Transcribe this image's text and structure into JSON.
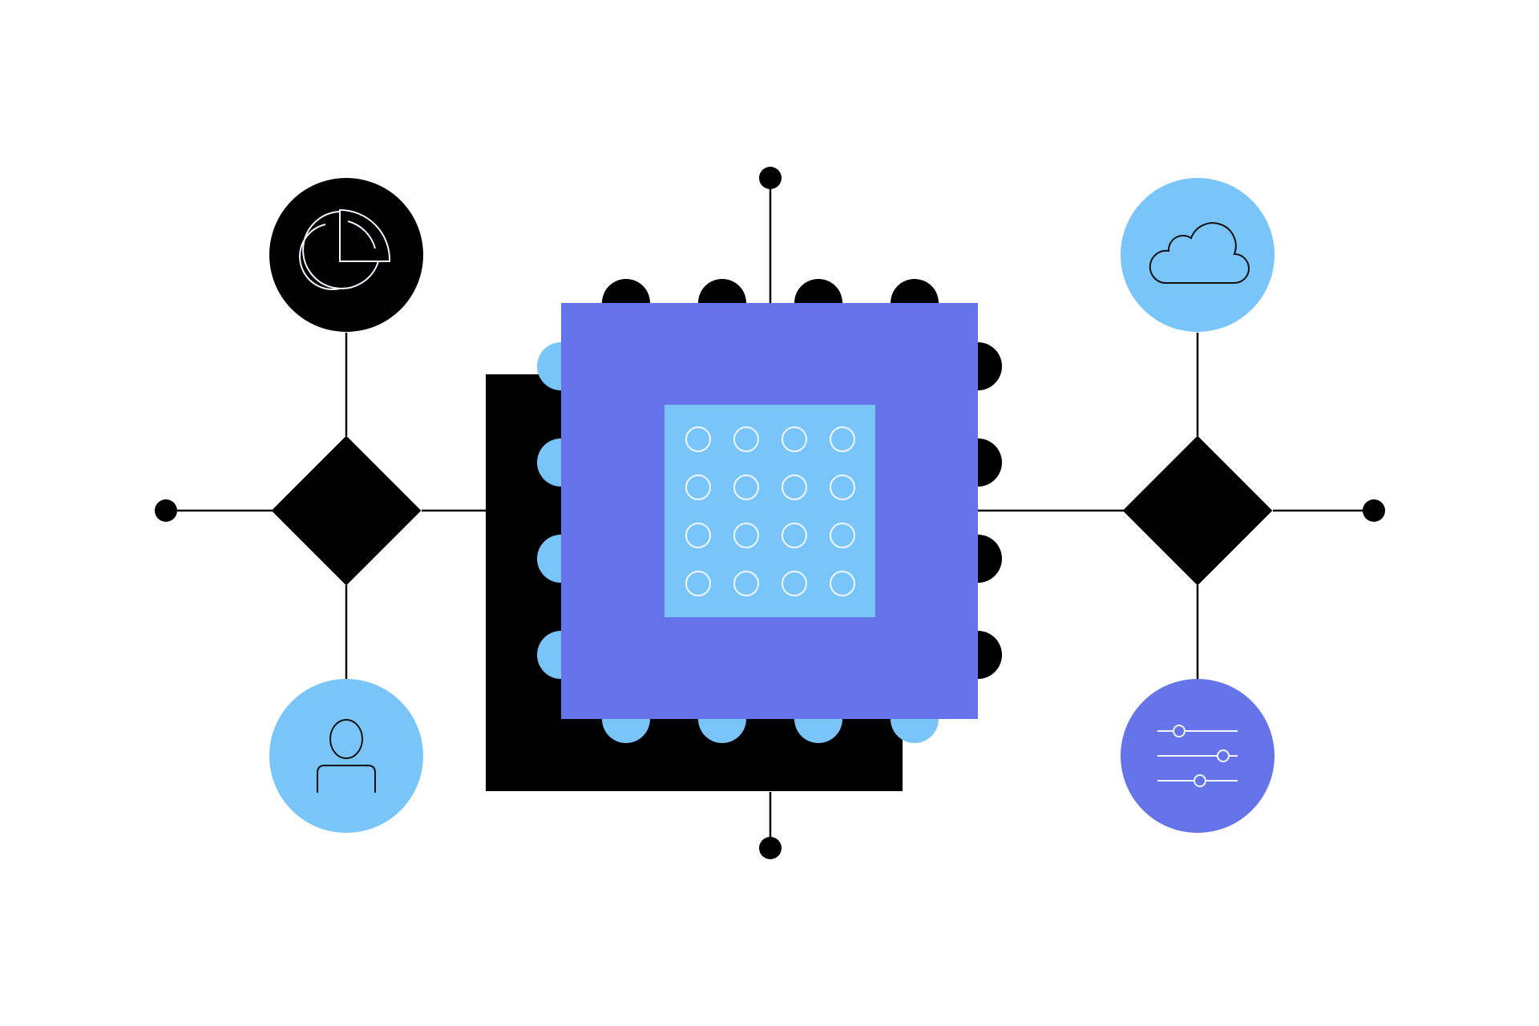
{
  "colors": {
    "background": "#ffffff",
    "ink": "#000000",
    "chip_purple": "#6574e8",
    "light_blue": "#79c5f9",
    "icon_stroke_light": "#f2f6ff",
    "icon_stroke_dark": "#111111"
  },
  "diagram": {
    "center": {
      "component": "processor-chip",
      "core_dot_grid": {
        "rows": 4,
        "cols": 4
      }
    },
    "left_branch": {
      "junction": "diamond",
      "top_node": {
        "icon": "pie-chart-icon",
        "fill": "ink"
      },
      "bottom_node": {
        "icon": "user-icon",
        "fill": "light_blue"
      }
    },
    "right_branch": {
      "junction": "diamond",
      "top_node": {
        "icon": "cloud-icon",
        "fill": "light_blue"
      },
      "bottom_node": {
        "icon": "sliders-icon",
        "fill": "chip_purple"
      }
    },
    "endpoints": [
      "left",
      "right",
      "top",
      "bottom"
    ]
  }
}
